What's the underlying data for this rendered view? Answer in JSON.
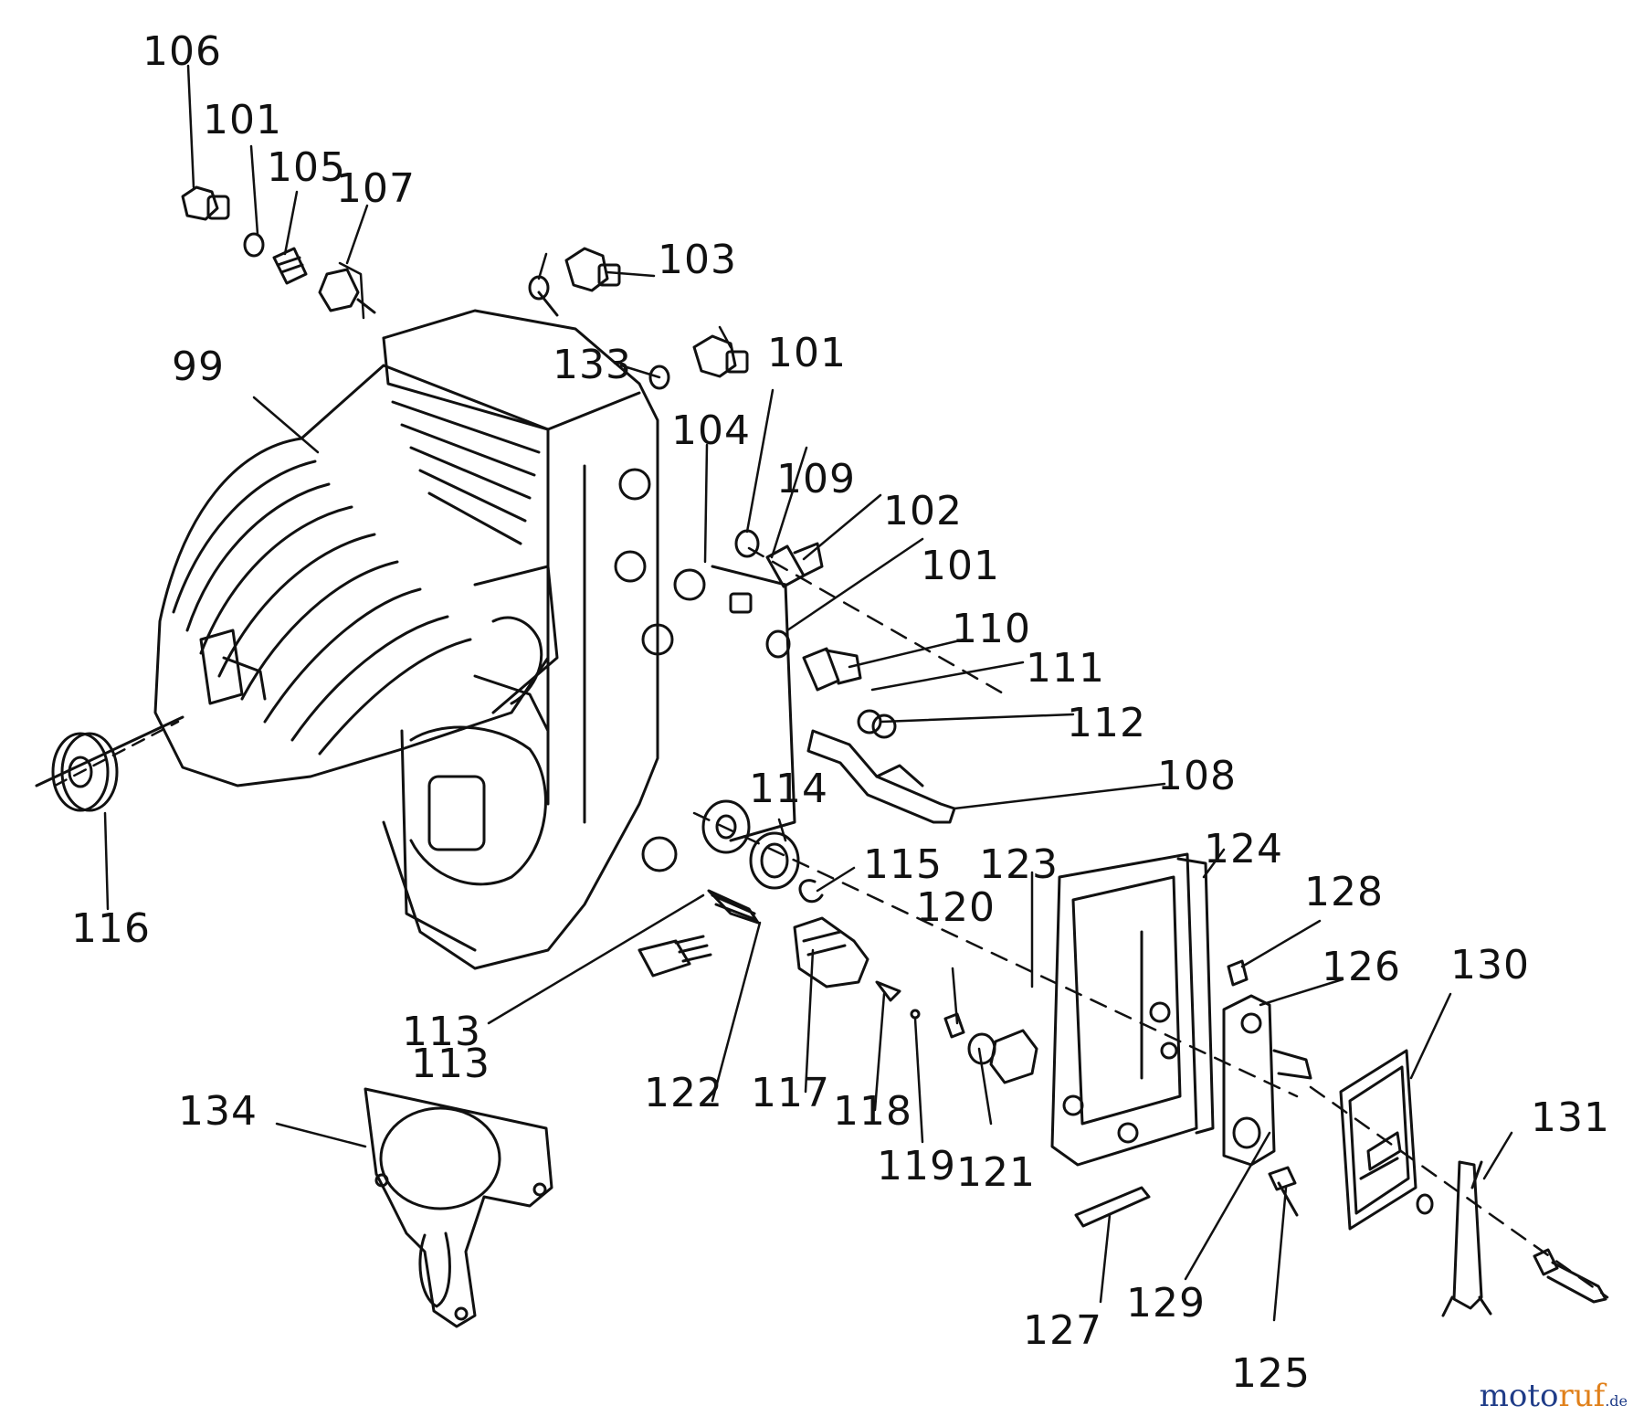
{
  "callouts": {
    "c99": "99",
    "c101a": "101",
    "c101b": "101",
    "c101c": "101",
    "c102": "102",
    "c103": "103",
    "c104": "104",
    "c105": "105",
    "c106": "106",
    "c107": "107",
    "c108": "108",
    "c109": "109",
    "c110": "110",
    "c111": "111",
    "c112": "112",
    "c113a": "113",
    "c113b": "113",
    "c114": "114",
    "c115": "115",
    "c116": "116",
    "c117": "117",
    "c118": "118",
    "c119": "119",
    "c120": "120",
    "c121": "121",
    "c122": "122",
    "c123": "123",
    "c124": "124",
    "c125": "125",
    "c126": "126",
    "c127": "127",
    "c128": "128",
    "c129": "129",
    "c130": "130",
    "c131": "131",
    "c133": "133",
    "c134": "134"
  },
  "watermark": {
    "part1": "moto",
    "part2": "ruf",
    "part3": ".de"
  }
}
